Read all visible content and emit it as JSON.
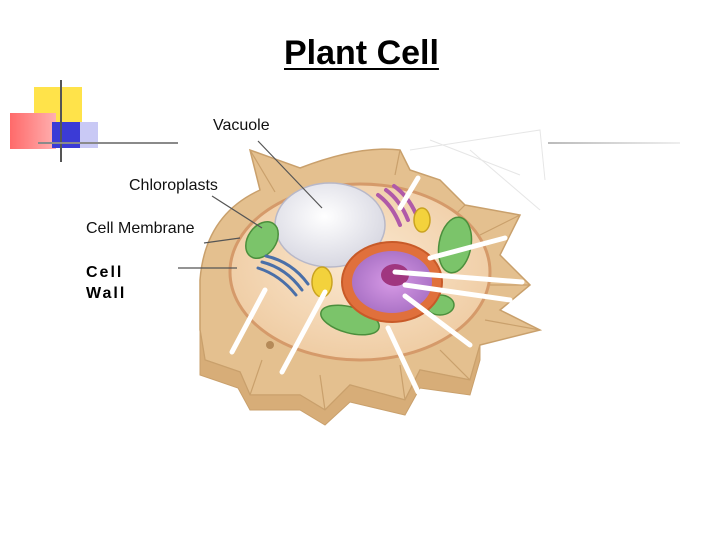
{
  "slide": {
    "title": "Plant Cell",
    "labels": {
      "vacuole": "Vacuole",
      "chloroplasts": "Chloroplasts",
      "cell_membrane": "Cell Membrane",
      "cell_wall_line1": "Cell",
      "cell_wall_line2": "Wall"
    }
  },
  "colors": {
    "deco_yellow": "#ffe34a",
    "deco_red": "#ff5c5c",
    "deco_blue": "#3b3bd6",
    "deco_light_blue": "#c9c9f5",
    "rule": "#8a8a8a",
    "cell_wall": "#e8c79c",
    "cytoplasm": "#f5dcc0",
    "vacuole": "#e8e8ec",
    "chloroplast": "#7bc46a",
    "nucleus": "#c98bd8",
    "nucleus_envelope": "#e0703c"
  }
}
